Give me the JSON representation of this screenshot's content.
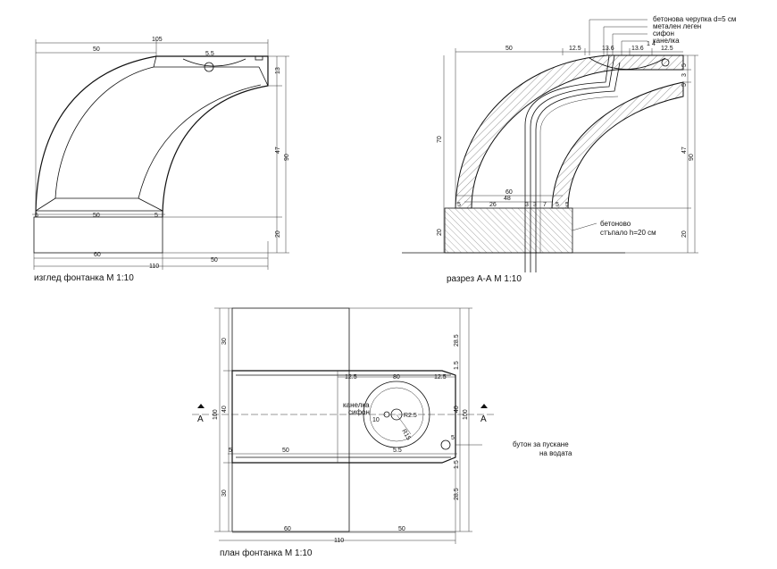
{
  "views": {
    "elevation": {
      "caption": "изглед фонтанка М 1:10",
      "dims": {
        "top_total": "105",
        "top_left": "50",
        "top_bowl": "5.5",
        "bottom_left": "60",
        "bottom_total": "110",
        "bottom_right": "50",
        "base_l": "5",
        "base_mid": "50",
        "base_r": "5",
        "right_top": "13",
        "right_mid": "47",
        "right_total": "90",
        "right_base": "20"
      }
    },
    "section": {
      "caption": "разрез А-А М 1:10",
      "notes": [
        "бетонова черупка d=5 см",
        "метален леген",
        "сифон",
        "канелка"
      ],
      "base_note": [
        "бетоново",
        "стъпало h=20 см"
      ],
      "dims": {
        "top_left": "50",
        "t1": "12.5",
        "t2": "13.6",
        "t3": "13.6",
        "t4": "1",
        "t5": "4",
        "t6": "12.5",
        "left_height": "70",
        "mid_total": "60",
        "mid_48": "48",
        "m26": "26",
        "m3a": "3",
        "m3b": "3",
        "m7": "7",
        "m5a": "5",
        "m5b": "5",
        "m5c": "5",
        "r1": "5",
        "r2": "3",
        "r3": "5",
        "right_mid": "47",
        "right_total": "90",
        "right_base": "20",
        "left_base": "20"
      }
    },
    "plan": {
      "caption": "план фонтанка М 1:10",
      "notes": [
        "канелка",
        "сифон"
      ],
      "button_note": [
        "бутон за пускане",
        "на водата"
      ],
      "section_mark": "А",
      "dims": {
        "l_top": "30",
        "l_mid": "40",
        "l_bot": "30",
        "l_total": "100",
        "r_top": "28.5",
        "r_15a": "1.5",
        "r_mid": "40",
        "r_total": "100",
        "r_15b": "1.5",
        "r_bot": "28.5",
        "top_125a": "12.5",
        "top_80": "80",
        "top_125b": "12.5",
        "r_radius": "R2.5",
        "r15": "R15",
        "d10": "10",
        "b5": "5",
        "bot_5a": "5",
        "bot_50": "50",
        "bot_55": "5.5",
        "btm_60": "60",
        "btm_50": "50",
        "btm_110": "110"
      }
    }
  }
}
